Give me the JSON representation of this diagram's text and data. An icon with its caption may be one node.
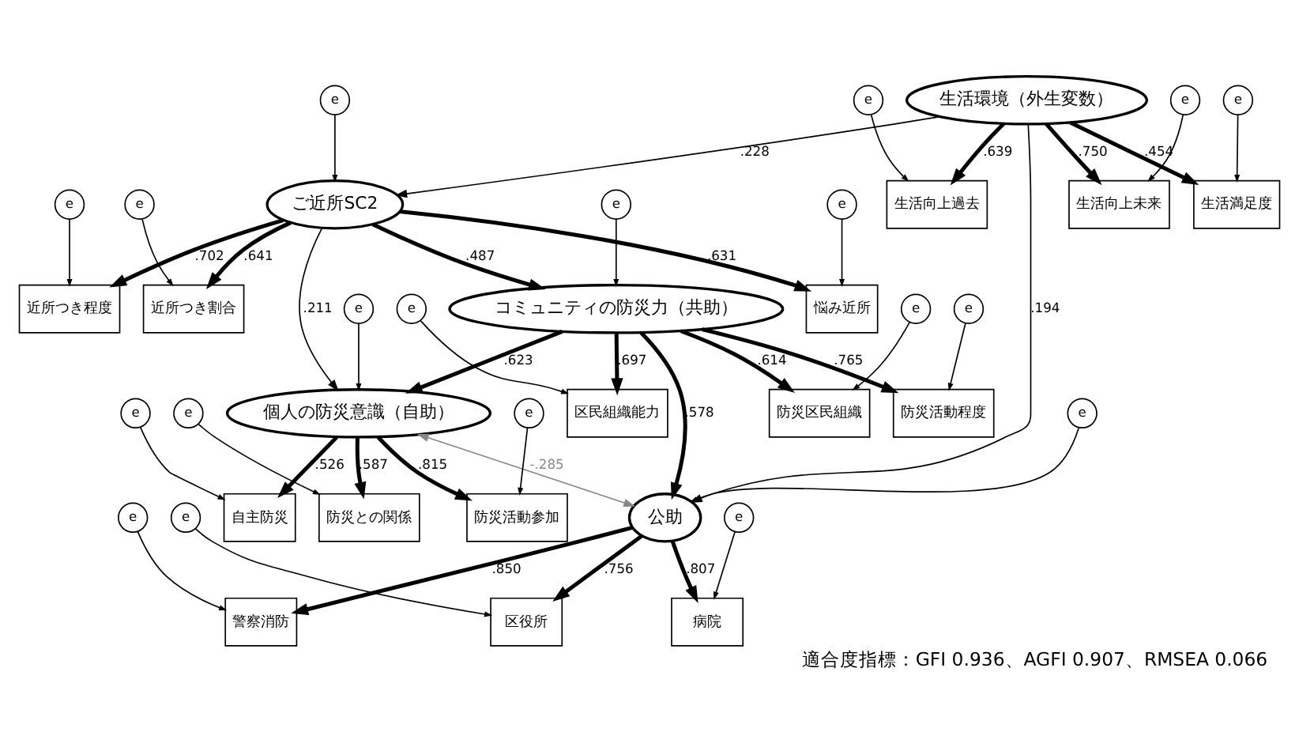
{
  "diagram": {
    "caption": "適合度指標：GFI 0.936、AGFI 0.907、RMSEA 0.066",
    "nodes": [
      {
        "text": [
          "病院"
        ]
      },
      {
        "text": [
          "警察消防"
        ]
      },
      {
        "text": [
          "区役所"
        ]
      },
      {
        "text": [
          "公助"
        ]
      },
      {
        "text": [
          "近所つき程度"
        ]
      },
      {
        "text": [
          "近所つき割合"
        ]
      },
      {
        "text": [
          "ご近所SC2"
        ]
      },
      {
        "text": [
          "悩み近所"
        ]
      },
      {
        "text": [
          "個人の防災意識（自助）"
        ]
      },
      {
        "text": [
          "生活環境（外生変数）"
        ]
      },
      {
        "text": [
          "コミュニティの防災力（共助）"
        ]
      },
      {
        "text": [
          "自主防災"
        ]
      },
      {
        "text": [
          "防災活動参加"
        ]
      },
      {
        "text": [
          "防災との関係"
        ]
      },
      {
        "text": [
          "防災活動程度"
        ]
      },
      {
        "text": [
          "区民組織能力"
        ]
      },
      {
        "text": [
          "防災区民組織"
        ]
      },
      {
        "text": [
          "生活満足度"
        ]
      },
      {
        "text": [
          "生活向上未来"
        ]
      },
      {
        "text": [
          "生活向上過去"
        ]
      },
      {
        "text": [
          "e"
        ]
      },
      {
        "text": [
          "e"
        ]
      },
      {
        "text": [
          "e"
        ]
      },
      {
        "text": [
          "e"
        ]
      },
      {
        "text": [
          "e"
        ]
      },
      {
        "text": [
          "e"
        ]
      },
      {
        "text": [
          "e"
        ]
      },
      {
        "text": [
          "e"
        ]
      },
      {
        "text": [
          "e"
        ]
      },
      {
        "text": [
          "e"
        ]
      },
      {
        "text": [
          "e"
        ]
      },
      {
        "text": [
          "e"
        ]
      },
      {
        "text": [
          "e"
        ]
      },
      {
        "text": [
          "e"
        ]
      },
      {
        "text": [
          "e"
        ]
      },
      {
        "text": [
          "e"
        ]
      },
      {
        "text": [
          "e"
        ]
      },
      {
        "text": [
          "e"
        ]
      },
      {
        "text": [
          "e"
        ]
      }
    ],
    "edges": [
      {
        "from": 3,
        "to": 0,
        "arrow": "to",
        "label": ".807",
        "style": "thick"
      },
      {
        "from": 3,
        "to": 1,
        "arrow": "to",
        "label": ".850",
        "style": "thick"
      },
      {
        "from": 3,
        "to": 2,
        "arrow": "to",
        "label": ".756",
        "style": "thick"
      },
      {
        "from": 8,
        "to": 3,
        "arrow": "both",
        "label": "-.285",
        "color": "#888888"
      },
      {
        "from": 6,
        "to": 8,
        "arrow": "to",
        "label": ".211"
      },
      {
        "from": 9,
        "to": 3,
        "arrow": "to",
        "label": ".194"
      },
      {
        "from": 9,
        "to": 6,
        "arrow": "to",
        "label": ".228"
      },
      {
        "from": 6,
        "to": 10,
        "arrow": "to",
        "label": ".487",
        "style": "thick"
      },
      {
        "from": 10,
        "to": 3,
        "arrow": "to",
        "label": ".578",
        "style": "thick"
      },
      {
        "from": 10,
        "to": 8,
        "arrow": "to",
        "label": ".623",
        "style": "thick"
      },
      {
        "from": 6,
        "to": 4,
        "arrow": "to",
        "label": ".702",
        "style": "thick"
      },
      {
        "from": 6,
        "to": 5,
        "arrow": "to",
        "label": ".641",
        "style": "thick"
      },
      {
        "from": 6,
        "to": 7,
        "arrow": "to",
        "label": ".631",
        "style": "thick"
      },
      {
        "from": 8,
        "to": 11,
        "arrow": "to",
        "label": ".526",
        "style": "thick"
      },
      {
        "from": 8,
        "to": 12,
        "arrow": "to",
        "label": ".815",
        "style": "thick"
      },
      {
        "from": 8,
        "to": 13,
        "arrow": "to",
        "label": ".587",
        "style": "thick"
      },
      {
        "from": 10,
        "to": 14,
        "arrow": "to",
        "label": ".765",
        "style": "thick"
      },
      {
        "from": 10,
        "to": 15,
        "arrow": "to",
        "label": ".697",
        "style": "thick"
      },
      {
        "from": 10,
        "to": 16,
        "arrow": "to",
        "label": ".614",
        "style": "thick"
      },
      {
        "from": 9,
        "to": 17,
        "arrow": "to",
        "label": ".454",
        "style": "thick"
      },
      {
        "from": 9,
        "to": 18,
        "arrow": "to",
        "label": ".750",
        "style": "thick"
      },
      {
        "from": 9,
        "to": 19,
        "arrow": "to",
        "label": ".639",
        "style": "thick"
      },
      {
        "from": 20,
        "to": 0,
        "arrow": "to"
      },
      {
        "from": 21,
        "to": 1,
        "arrow": "to"
      },
      {
        "from": 22,
        "to": 2,
        "arrow": "to"
      },
      {
        "from": 23,
        "to": 3,
        "arrow": "to"
      },
      {
        "from": 24,
        "to": 4,
        "arrow": "to"
      },
      {
        "from": 25,
        "to": 5,
        "arrow": "to"
      },
      {
        "from": 26,
        "to": 6,
        "arrow": "to"
      },
      {
        "from": 27,
        "to": 7,
        "arrow": "to"
      },
      {
        "from": 28,
        "to": 8,
        "arrow": "to"
      },
      {
        "from": 29,
        "to": 10,
        "arrow": "to"
      },
      {
        "from": 30,
        "to": 11,
        "arrow": "to"
      },
      {
        "from": 31,
        "to": 12,
        "arrow": "to"
      },
      {
        "from": 32,
        "to": 13,
        "arrow": "to"
      },
      {
        "from": 33,
        "to": 14,
        "arrow": "to"
      },
      {
        "from": 34,
        "to": 15,
        "arrow": "to"
      },
      {
        "from": 35,
        "to": 16,
        "arrow": "to"
      },
      {
        "from": 36,
        "to": 17,
        "arrow": "to"
      },
      {
        "from": 37,
        "to": 18,
        "arrow": "to"
      },
      {
        "from": 38,
        "to": 19,
        "arrow": "to"
      }
    ]
  }
}
